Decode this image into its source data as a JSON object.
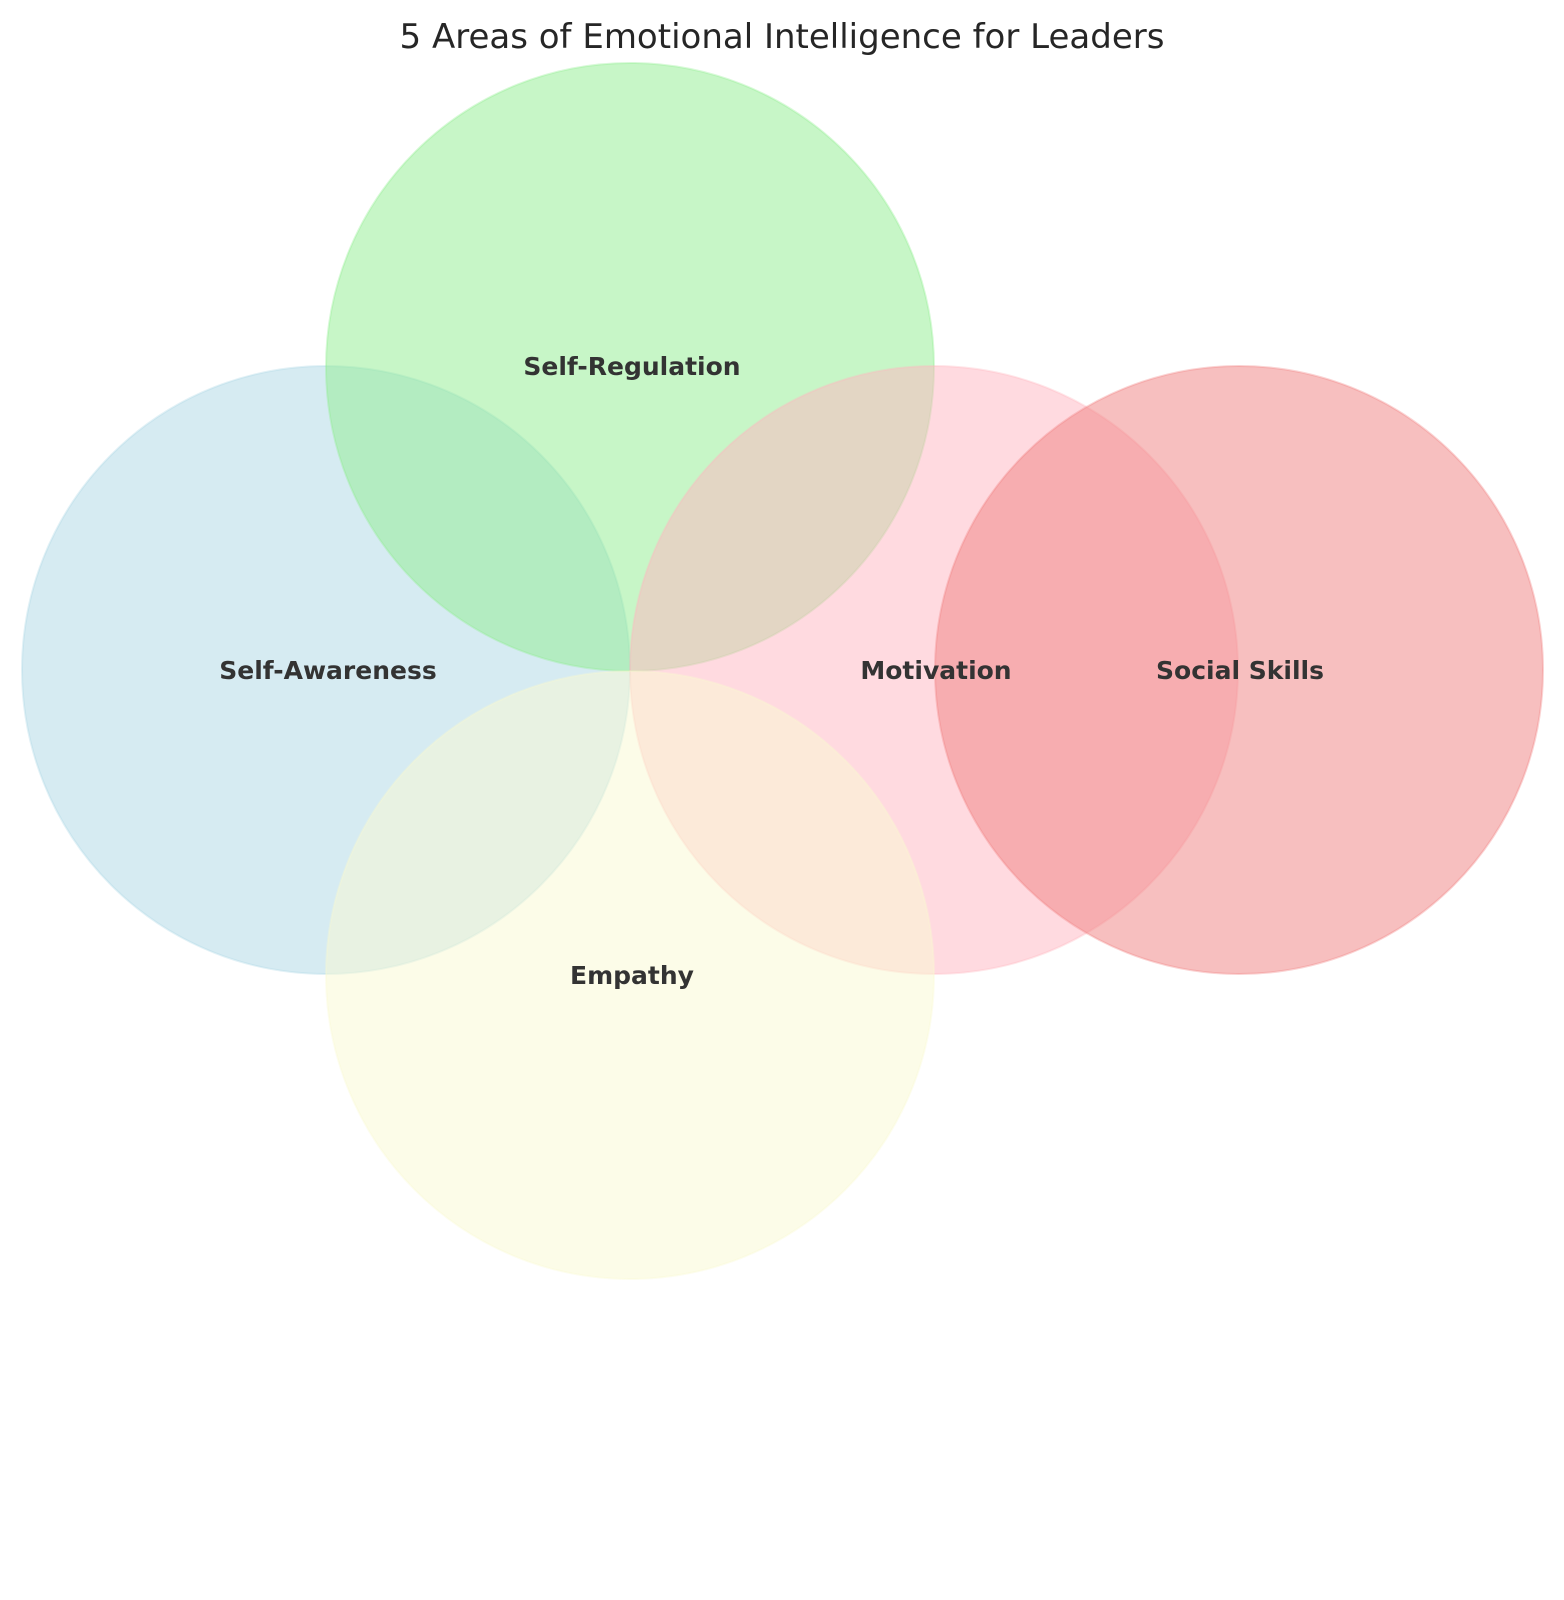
{
  "diagram": {
    "title": "5 Areas of Emotional Intelligence for Leaders",
    "sets": [
      {
        "label": "Self-Awareness",
        "color": "#add8e6"
      },
      {
        "label": "Self-Regulation",
        "color": "#90ee90"
      },
      {
        "label": "Motivation",
        "color": "#ffb6c1"
      },
      {
        "label": "Social Skills",
        "color": "#f08080"
      },
      {
        "label": "Empathy",
        "color": "#fafad2"
      }
    ]
  }
}
